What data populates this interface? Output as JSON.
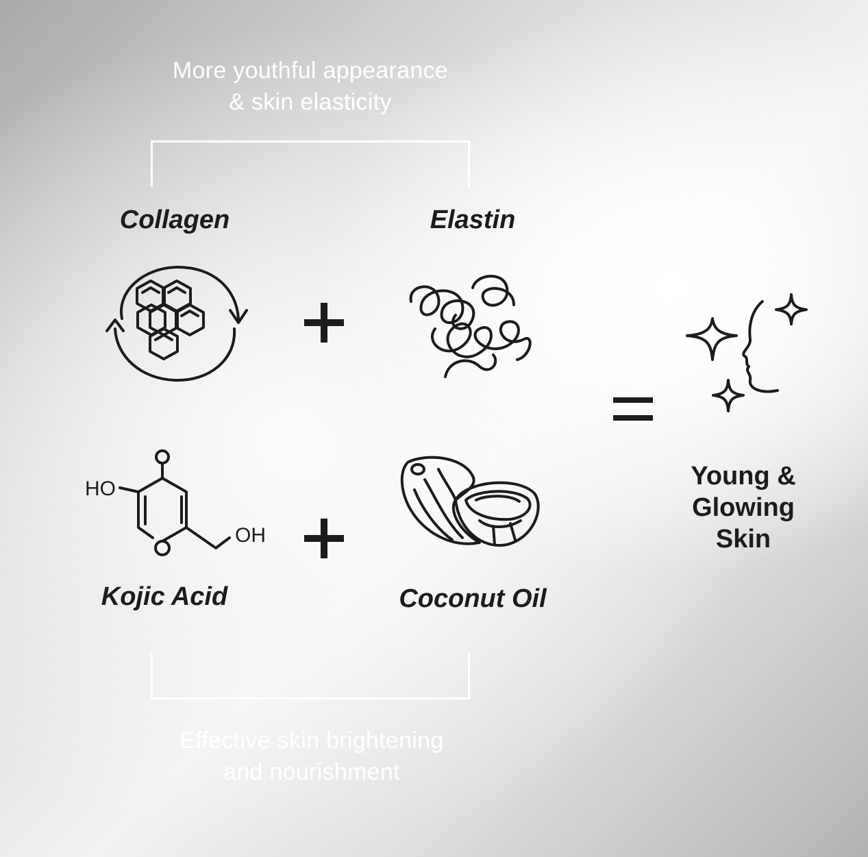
{
  "captions": {
    "top_line1": "More youthful appearance",
    "top_line2": "& skin elasticity",
    "bottom_line1": "Effective skin brightening",
    "bottom_line2": "and nourishment"
  },
  "ingredients": {
    "collagen": "Collagen",
    "elastin": "Elastin",
    "kojic_acid": "Kojic Acid",
    "coconut_oil": "Coconut Oil"
  },
  "molecule": {
    "ho_left": "HO",
    "oh_right": "OH"
  },
  "result": {
    "line1": "Young &",
    "line2": "Glowing",
    "line3": "Skin"
  },
  "icons": {
    "collagen": "hexagon-molecule-cycle-icon",
    "elastin": "tangled-fiber-icon",
    "kojic_acid": "chemical-structure-icon",
    "coconut_oil": "coconut-icon",
    "result": "sparkling-face-icon"
  },
  "colors": {
    "text_dark": "#1c1c1c",
    "text_light": "#ffffff"
  }
}
